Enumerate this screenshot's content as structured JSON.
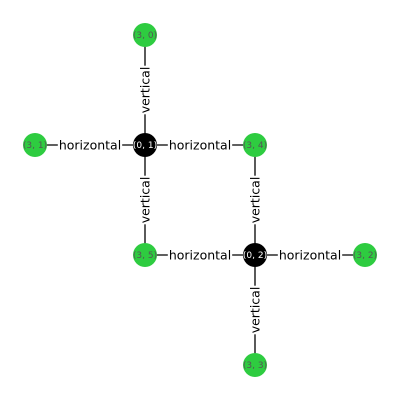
{
  "colors": {
    "background": "#ffffff",
    "hub_node": "#000000",
    "leaf_node": "#2ecc40",
    "leaf_label": "#555555",
    "edge": "#000000"
  },
  "nodes": [
    {
      "id": "n0_1",
      "label": "(0, 1)",
      "kind": "hub"
    },
    {
      "id": "n0_2",
      "label": "(0, 2)",
      "kind": "hub"
    },
    {
      "id": "n3_0",
      "label": "(3, 0)",
      "kind": "leaf"
    },
    {
      "id": "n3_1",
      "label": "(3, 1)",
      "kind": "leaf"
    },
    {
      "id": "n3_4",
      "label": "(3, 4)",
      "kind": "leaf"
    },
    {
      "id": "n3_5",
      "label": "(3, 5)",
      "kind": "leaf"
    },
    {
      "id": "n3_2",
      "label": "(3, 2)",
      "kind": "leaf"
    },
    {
      "id": "n3_3",
      "label": "(3, 3)",
      "kind": "leaf"
    }
  ],
  "edges": [
    {
      "from": "n3_0",
      "to": "n0_1",
      "label": "vertical"
    },
    {
      "from": "n3_1",
      "to": "n0_1",
      "label": "horizontal"
    },
    {
      "from": "n3_4",
      "to": "n0_1",
      "label": "horizontal"
    },
    {
      "from": "n3_5",
      "to": "n0_1",
      "label": "vertical"
    },
    {
      "from": "n3_5",
      "to": "n0_2",
      "label": "horizontal"
    },
    {
      "from": "n3_4",
      "to": "n0_2",
      "label": "vertical"
    },
    {
      "from": "n3_2",
      "to": "n0_2",
      "label": "horizontal"
    },
    {
      "from": "n3_3",
      "to": "n0_2",
      "label": "vertical"
    }
  ]
}
